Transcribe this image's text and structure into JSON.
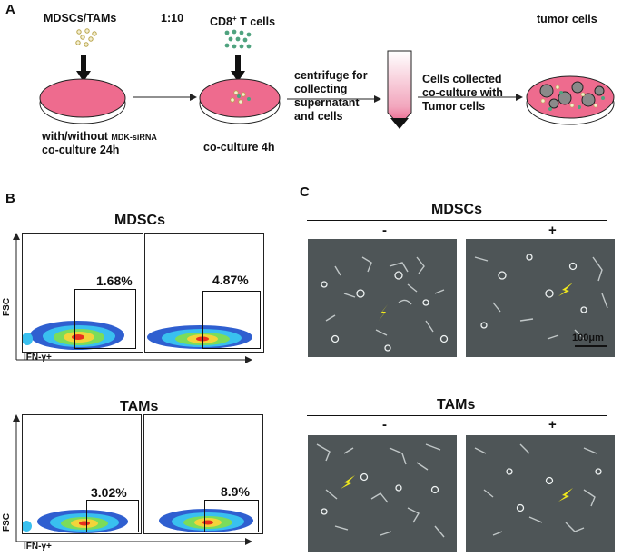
{
  "panels": {
    "a": "A",
    "b": "B",
    "c": "C"
  },
  "panel_a": {
    "mdsc_tam_label": "MDSCs/TAMs",
    "ratio": "1:10",
    "cd8_label": "CD8",
    "cd8_sup": "+",
    "cd8_suffix": " T cells",
    "tumor_label": "tumor cells",
    "dish1_caption_prefix": "with/without ",
    "dish1_caption_small": "MDK-siRNA",
    "dish1_caption_line2": "co-culture 24h",
    "dish2_caption": "co-culture 4h",
    "centrifuge_text": [
      "centrifuge for",
      "collecting",
      "supernatant",
      "and cells"
    ],
    "collect_text": [
      "Cells collected",
      "co-culture with",
      "Tumor cells"
    ]
  },
  "panel_b": {
    "mdsc_title": "MDSCs",
    "tam_title": "TAMs",
    "y_axis": "FSC",
    "x_axis": "IFN-γ+",
    "percentages": {
      "mdsc_minus": "1.68%",
      "mdsc_plus": "4.87%",
      "tam_minus": "3.02%",
      "tam_plus": "8.9%"
    }
  },
  "panel_c": {
    "mdsc_title": "MDSCs",
    "tam_title": "TAMs",
    "minus": "-",
    "plus": "+",
    "scale_bar": "100μm"
  },
  "colors": {
    "dish": "#ee6b8e",
    "dots_mdsc": "#d8c45a",
    "dots_cd8": "#4fa37f",
    "arrow": "#f2ea1c"
  }
}
